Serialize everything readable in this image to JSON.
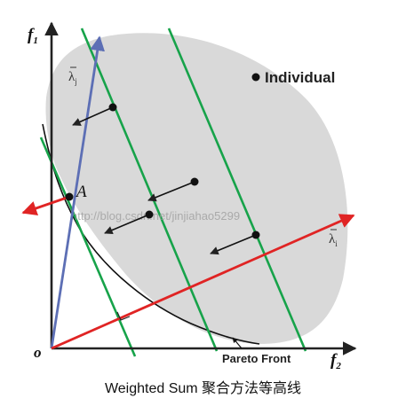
{
  "labels": {
    "f1": "f",
    "f1_sub": "1",
    "f2": "f",
    "f2_sub": "2",
    "origin": "o",
    "point_a": "A",
    "lambda_j": "λ",
    "lambda_j_sub": "j",
    "lambda_i": "λ",
    "lambda_i_sub": "i",
    "legend": "Individual",
    "pareto_front": "Pareto Front",
    "watermark": "http://blog.csdn.net/jinjiahao5299"
  },
  "caption": "Weighted Sum 聚合方法等高线",
  "colors": {
    "region_fill": "#d9d9d9",
    "contour_lines": "#17a34a",
    "weight_vector_j": "#5d6fb5",
    "weight_vector_i": "#e02424",
    "axes": "#222222",
    "pareto_front": "#111111"
  }
}
